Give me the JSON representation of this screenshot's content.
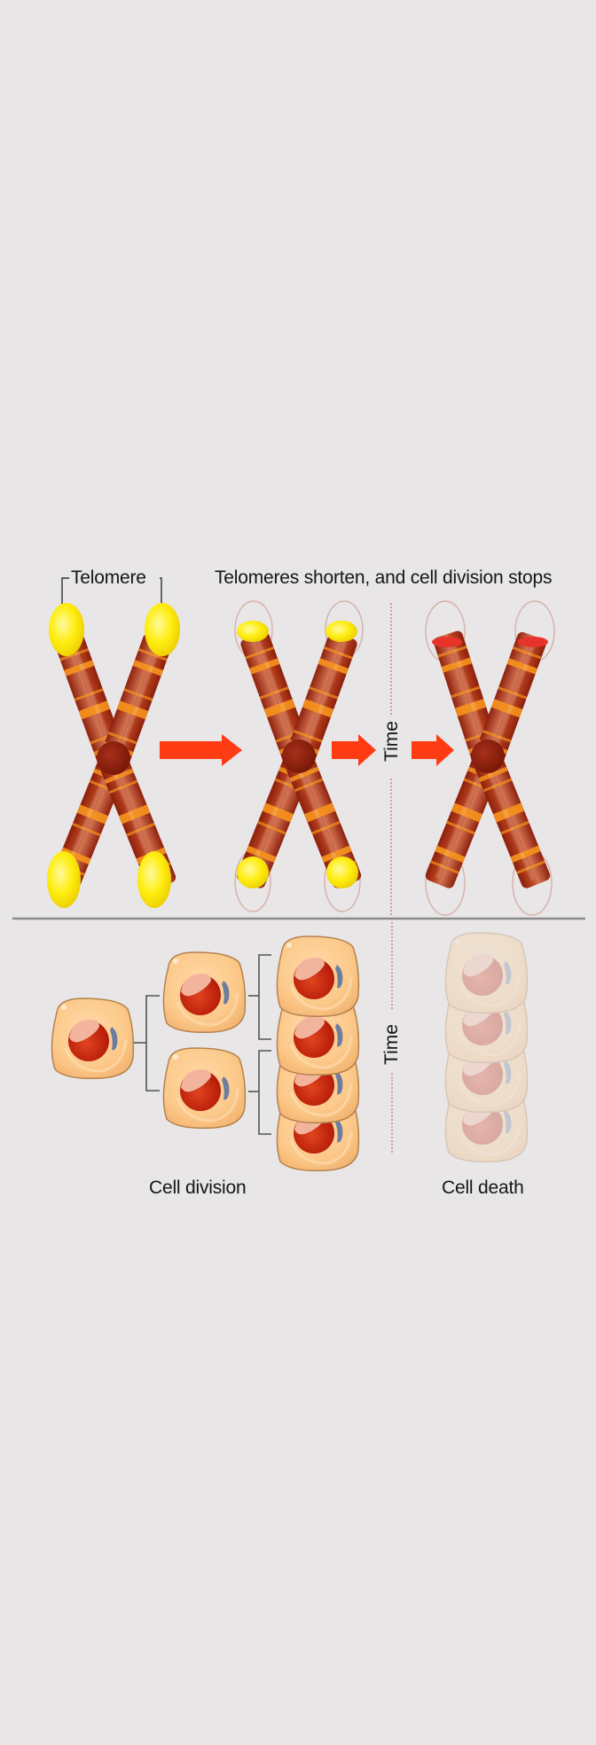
{
  "figure": {
    "title": "Telomeres shorten, and cell division stops",
    "background_color": "#e8e6e7"
  },
  "top_panel": {
    "telomere_label": "Telomere",
    "headline": "Telomeres shorten, and cell division stops",
    "time_label": "Time",
    "chromosomes": [
      {
        "stage": "full telomeres",
        "telomere_color": "#ffe800"
      },
      {
        "stage": "shortened telomeres",
        "telomere_color": "#ffe800"
      },
      {
        "stage": "depleted telomeres",
        "telomere_color": "#e8332a"
      }
    ],
    "arrow_color": "#ff3b14"
  },
  "bottom_panel": {
    "cell_division_label": "Cell division",
    "cell_death_label": "Cell death",
    "time_label": "Time",
    "generations": [
      1,
      2,
      4
    ],
    "dead_cells": 4
  },
  "colors": {
    "chromatid_dark": "#a0280f",
    "chromatid_band": "#f7941d",
    "centromere": "#8c1e0c",
    "cell_fill": "#fcc98a",
    "cell_outline": "#b4824e",
    "nucleus": "#c8200c",
    "nucleolus": "#f2b49c",
    "golgi": "#6c7ea0",
    "separator": "#8a8a8a",
    "time_line": "#d98080"
  }
}
